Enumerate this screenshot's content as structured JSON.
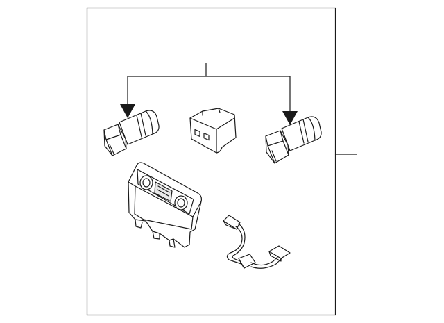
{
  "diagram": {
    "parts": [
      {
        "id": "switch-left",
        "icon": "push-button-switch-icon"
      },
      {
        "id": "connector-center",
        "icon": "connector-block-icon"
      },
      {
        "id": "switch-right",
        "icon": "push-button-switch-icon"
      },
      {
        "id": "control-panel",
        "icon": "control-panel-icon"
      },
      {
        "id": "wire-harness",
        "icon": "wire-harness-icon"
      }
    ],
    "colors": {
      "line": "#1a1a1a",
      "background": "#ffffff",
      "shade": "#e9e9e9"
    }
  }
}
